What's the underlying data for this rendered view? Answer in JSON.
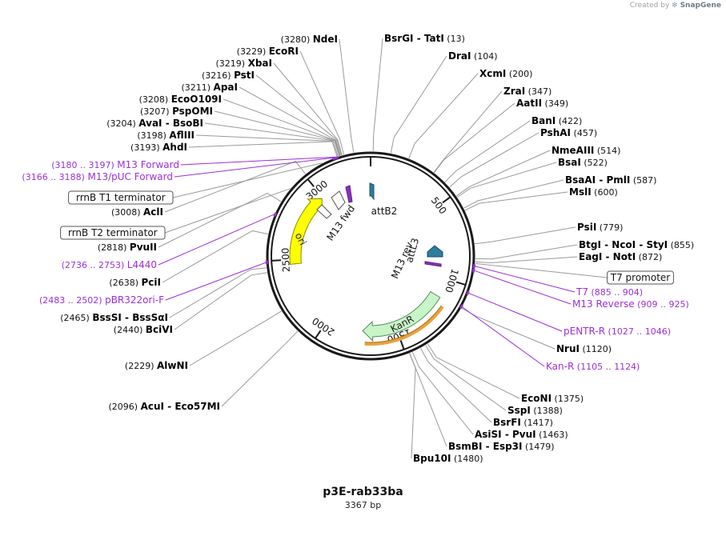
{
  "credit": {
    "prefix": "Created by",
    "brand": "SnapGene"
  },
  "plasmid": {
    "name": "p3E-rab33ba",
    "size_label": "3367 bp",
    "length": 3367
  },
  "ring_ticks": [
    {
      "label": "500",
      "pos": 500
    },
    {
      "label": "1000",
      "pos": 1000
    },
    {
      "label": "1500",
      "pos": 1500
    },
    {
      "label": "2000",
      "pos": 2000
    },
    {
      "label": "2500",
      "pos": 2500
    },
    {
      "label": "3000",
      "pos": 3000
    }
  ],
  "enzymes": [
    {
      "num": "(3280)",
      "names": [
        "NdeI"
      ],
      "pos": 3280
    },
    {
      "num": "(3229)",
      "names": [
        "EcoRI"
      ],
      "pos": 3229
    },
    {
      "num": "(3219)",
      "names": [
        "XbaI"
      ],
      "pos": 3219
    },
    {
      "num": "(3216)",
      "names": [
        "PstI"
      ],
      "pos": 3216
    },
    {
      "num": "(3211)",
      "names": [
        "ApaI"
      ],
      "pos": 3211
    },
    {
      "num": "(3208)",
      "names": [
        "EcoO109I"
      ],
      "pos": 3208
    },
    {
      "num": "(3207)",
      "names": [
        "PspOMI"
      ],
      "pos": 3207
    },
    {
      "num": "(3204)",
      "names": [
        "AvaI",
        "BsoBI"
      ],
      "pos": 3204
    },
    {
      "num": "(3198)",
      "names": [
        "AflIII"
      ],
      "pos": 3198
    },
    {
      "num": "(3193)",
      "names": [
        "AhdI"
      ],
      "pos": 3193
    },
    {
      "num": "(3008)",
      "names": [
        "AclI"
      ],
      "pos": 3008
    },
    {
      "num": "(2818)",
      "names": [
        "PvuII"
      ],
      "pos": 2818
    },
    {
      "num": "(2638)",
      "names": [
        "PciI"
      ],
      "pos": 2638
    },
    {
      "num": "(2465)",
      "names": [
        "BssSI",
        "BssSαI"
      ],
      "pos": 2465
    },
    {
      "num": "(2440)",
      "names": [
        "BciVI"
      ],
      "pos": 2440
    },
    {
      "num": "(2229)",
      "names": [
        "AlwNI"
      ],
      "pos": 2229
    },
    {
      "num": "(2096)",
      "names": [
        "AcuI",
        "Eco57MI"
      ],
      "pos": 2096
    },
    {
      "num": "(13)",
      "names": [
        "BsrGI",
        "TatI"
      ],
      "pos": 13
    },
    {
      "num": "(104)",
      "names": [
        "DraI"
      ],
      "pos": 104
    },
    {
      "num": "(200)",
      "names": [
        "XcmI"
      ],
      "pos": 200
    },
    {
      "num": "(347)",
      "names": [
        "ZraI"
      ],
      "pos": 347
    },
    {
      "num": "(349)",
      "names": [
        "AatII"
      ],
      "pos": 349
    },
    {
      "num": "(422)",
      "names": [
        "BanI"
      ],
      "pos": 422
    },
    {
      "num": "(457)",
      "names": [
        "PshAI"
      ],
      "pos": 457
    },
    {
      "num": "(514)",
      "names": [
        "NmeAIII"
      ],
      "pos": 514
    },
    {
      "num": "(522)",
      "names": [
        "BsaI"
      ],
      "pos": 522
    },
    {
      "num": "(587)",
      "names": [
        "BsaAI",
        "PmlI"
      ],
      "pos": 587
    },
    {
      "num": "(600)",
      "names": [
        "MslI"
      ],
      "pos": 600
    },
    {
      "num": "(779)",
      "names": [
        "PsiI"
      ],
      "pos": 779
    },
    {
      "num": "(855)",
      "names": [
        "BtgI",
        "NcoI",
        "StyI"
      ],
      "pos": 855
    },
    {
      "num": "(872)",
      "names": [
        "EagI",
        "NotI"
      ],
      "pos": 872
    },
    {
      "num": "(1120)",
      "names": [
        "NruI"
      ],
      "pos": 1120
    },
    {
      "num": "(1375)",
      "names": [
        "EcoNI"
      ],
      "pos": 1375
    },
    {
      "num": "(1388)",
      "names": [
        "SspI"
      ],
      "pos": 1388
    },
    {
      "num": "(1417)",
      "names": [
        "BsrFI"
      ],
      "pos": 1417
    },
    {
      "num": "(1463)",
      "names": [
        "AsiSI",
        "PvuI"
      ],
      "pos": 1463
    },
    {
      "num": "(1479)",
      "names": [
        "BsmBI",
        "Esp3I"
      ],
      "pos": 1479
    },
    {
      "num": "(1480)",
      "names": [
        "Bpu10I"
      ],
      "pos": 1480
    }
  ],
  "primers": [
    {
      "range": "(3180 .. 3197)",
      "name": "M13 Forward",
      "pos": 3188
    },
    {
      "range": "(3166 .. 3188)",
      "name": "M13/pUC Forward",
      "pos": 3177
    },
    {
      "range": "(2736 .. 2753)",
      "name": "L4440",
      "pos": 2745
    },
    {
      "range": "(2483 .. 2502)",
      "name": "pBR322ori-F",
      "pos": 2492
    },
    {
      "range": "(885 .. 904)",
      "name": "T7",
      "pos": 894
    },
    {
      "range": "(909 .. 925)",
      "name": "M13 Reverse",
      "pos": 917
    },
    {
      "range": "(1027 .. 1046)",
      "name": "pENTR-R",
      "pos": 1036
    },
    {
      "range": "(1105 .. 1124)",
      "name": "Kan-R",
      "pos": 1114
    }
  ],
  "boxed_features": [
    {
      "name": "rrnB T1 terminator",
      "pos": 3110
    },
    {
      "name": "rrnB T2 terminator",
      "pos": 2900
    },
    {
      "name": "T7 promoter",
      "pos": 880
    }
  ],
  "inner_features": [
    {
      "name": "attB2",
      "pos": 70
    },
    {
      "name": "attL3",
      "pos": 860
    },
    {
      "name": "M13 rev",
      "pos": 920
    },
    {
      "name": "M13 fwd",
      "pos": 3190
    },
    {
      "name": "KanR",
      "pos": 1350
    },
    {
      "name": "ori",
      "pos": 2680
    }
  ],
  "colors": {
    "backbone": "#1a1a1a",
    "enzyme_text": "#000000",
    "primer": "#9b30d6",
    "kanr_fill": "#c8f5c8",
    "kanr_stroke": "#5a8a5a",
    "ori_fill": "#ffff00",
    "ori_stroke": "#8a8a00",
    "att_fill": "#2e7d9a",
    "orange_arc": "#e9a23b",
    "gray_line": "#9a9a9a"
  }
}
